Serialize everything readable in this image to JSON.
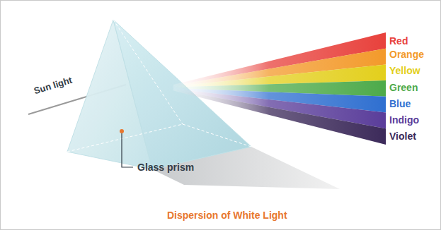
{
  "diagram": {
    "caption": "Dispersion of White Light",
    "labels": [
      "Sun light",
      "Red",
      "Orange",
      "Yellow",
      "Green",
      "Blue",
      "Indigo",
      "Violet",
      "Glass prism"
    ]
  }
}
